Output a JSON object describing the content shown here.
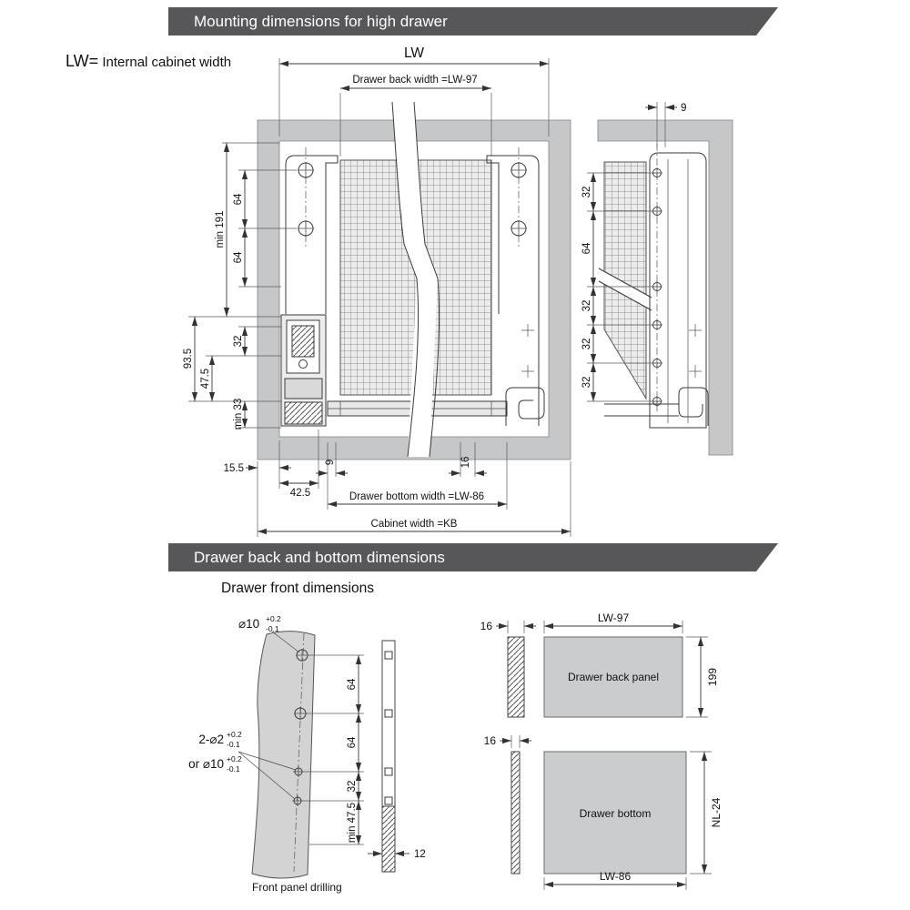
{
  "banners": {
    "top": "Mounting dimensions for high drawer",
    "middle": "Drawer back and bottom dimensions"
  },
  "legend": {
    "lw": "LW=",
    "desc": " Internal cabinet width"
  },
  "front_view": {
    "lw": "LW",
    "back_width_label": "Drawer back width =LW-97",
    "bottom_width_label": "Drawer bottom width =LW-86",
    "cabinet_width_label": "Cabinet width =KB",
    "dims": {
      "min191": "min 191",
      "d64a": "64",
      "d64b": "64",
      "d935": "93.5",
      "d475": "47.5",
      "d32": "32",
      "min33": "min 33",
      "d155": "15.5",
      "d425": "42.5",
      "d9": "9",
      "d16": "16"
    }
  },
  "side_view": {
    "d9": "9",
    "dims": [
      "32",
      "64",
      "32",
      "32",
      "32"
    ]
  },
  "front_panel": {
    "title": "Drawer front dimensions",
    "caption": "Front panel drilling",
    "labels": {
      "dia10": "⌀10",
      "two_dia2": "2-⌀2",
      "or_dia10": "or ⌀10",
      "tol_plus": "+0.2",
      "tol_minus": "-0.1"
    },
    "dims": {
      "d64a": "64",
      "d64b": "64",
      "d32": "32",
      "min475": "min 47.5",
      "d12": "12"
    }
  },
  "back_panel": {
    "d16": "16",
    "width": "LW-97",
    "label": "Drawer back panel",
    "height": "199"
  },
  "bottom_panel": {
    "d16": "16",
    "width": "LW-86",
    "label": "Drawer bottom",
    "height": "NL-24"
  },
  "colors": {
    "banner": "#57575a",
    "cabinet": "#c6c7c9",
    "panel": "#cbcccd",
    "line": "#3a3a3a"
  }
}
